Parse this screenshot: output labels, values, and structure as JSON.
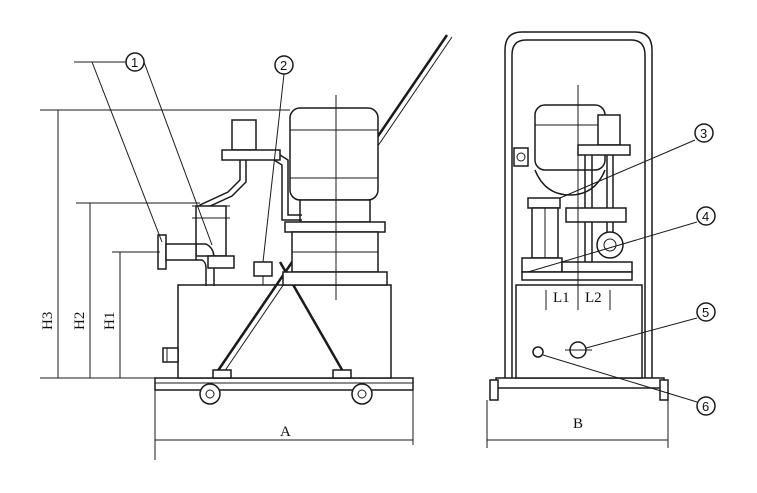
{
  "callouts": {
    "c1": "1",
    "c2": "2",
    "c3": "3",
    "c4": "4",
    "c5": "5",
    "c6": "6"
  },
  "dimensions": {
    "h3": "H3",
    "h2": "H2",
    "h1": "H1",
    "a": "A",
    "b": "B",
    "l1": "L1",
    "l2": "L2"
  }
}
